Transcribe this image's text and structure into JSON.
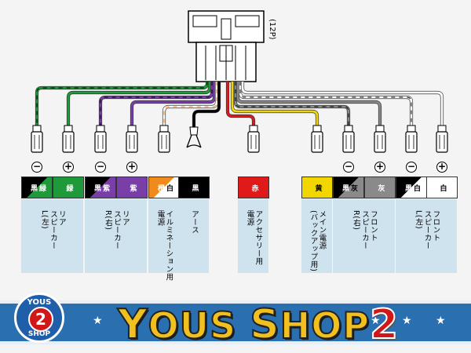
{
  "connector": {
    "pin_count_label": "(12P)"
  },
  "wires": [
    {
      "id": "rear-l-neg",
      "colors": [
        "#000000",
        "#1e9a3a"
      ],
      "chip_text": "黒",
      "chip_text2": "緑",
      "sign": "−",
      "label": "リア\nスピーカー\nL(左)",
      "group": "rear-l"
    },
    {
      "id": "rear-l-pos",
      "colors": [
        "#1e9a3a"
      ],
      "chip_text": "緑",
      "sign": "+",
      "label": "",
      "group": "rear-l"
    },
    {
      "id": "rear-r-neg",
      "colors": [
        "#000000",
        "#7a3ea8"
      ],
      "chip_text": "黒",
      "chip_text2": "紫",
      "sign": "−",
      "label": "リア\nスピーカー\nR(右)",
      "group": "rear-r"
    },
    {
      "id": "rear-r-pos",
      "colors": [
        "#7a3ea8"
      ],
      "chip_text": "紫",
      "sign": "+",
      "label": "",
      "group": "rear-r"
    },
    {
      "id": "illum",
      "colors": [
        "#f08a1c",
        "#ffffff"
      ],
      "chip_text": "橙",
      "chip_text2": "白",
      "sign": "",
      "label": "イルミネーション用\n電源",
      "group": "illum"
    },
    {
      "id": "ground",
      "colors": [
        "#000000"
      ],
      "chip_text": "黒",
      "sign": "",
      "label": "アース",
      "group": "ground"
    },
    {
      "id": "acc",
      "colors": [
        "#e01a1a"
      ],
      "chip_text": "赤",
      "sign": "",
      "label": "アクセサリー用\n電源",
      "group": "acc"
    },
    {
      "id": "main",
      "colors": [
        "#f2d600"
      ],
      "chip_text": "黄",
      "sign": "",
      "label": "メイン電源\n(バックアップ用)",
      "group": "main"
    },
    {
      "id": "front-r-neg",
      "colors": [
        "#000000",
        "#8a8a8a"
      ],
      "chip_text": "黒",
      "chip_text2": "灰",
      "sign": "−",
      "label": "フロント\nスピーカー\nR(右)",
      "group": "front-r"
    },
    {
      "id": "front-r-pos",
      "colors": [
        "#8a8a8a"
      ],
      "chip_text": "灰",
      "sign": "+",
      "label": "",
      "group": "front-r"
    },
    {
      "id": "front-l-neg",
      "colors": [
        "#000000",
        "#ffffff"
      ],
      "chip_text": "黒",
      "chip_text2": "白",
      "sign": "−",
      "label": "フロント\nスピーカー\nL(左)",
      "group": "front-l"
    },
    {
      "id": "front-l-pos",
      "colors": [
        "#ffffff"
      ],
      "chip_text": "白",
      "sign": "+",
      "label": "",
      "group": "front-l"
    }
  ],
  "banner": {
    "brand_y": "Y",
    "brand_ous": "OUS",
    "brand_s": "S",
    "brand_hop": "HOP",
    "brand_2": "2",
    "badge_top": "YOUS",
    "badge_bottom": "SHOP",
    "badge_num": "2",
    "bg_color": "#2a6fb0",
    "logo_color": "#f0c020"
  }
}
